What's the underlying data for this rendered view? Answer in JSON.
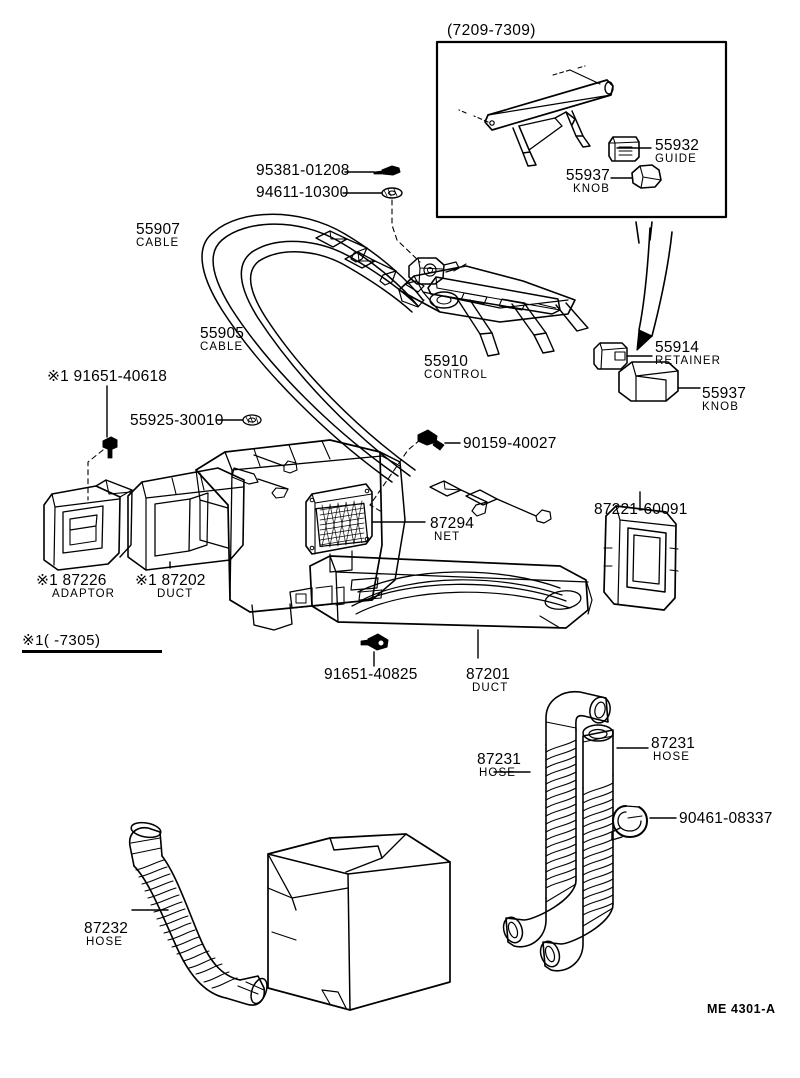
{
  "figure": {
    "code": "ME 4301-A",
    "inset_title": "(7209-7309)",
    "footnote_mark": "※1",
    "footnote_text": "(          -7305)"
  },
  "parts": [
    {
      "id": "p-95381",
      "number": "95381-01208",
      "name": ""
    },
    {
      "id": "p-94611",
      "number": "94611-10300",
      "name": ""
    },
    {
      "id": "p-55907",
      "number": "55907",
      "name": "CABLE"
    },
    {
      "id": "p-55905",
      "number": "55905",
      "name": "CABLE"
    },
    {
      "id": "p-55910",
      "number": "55910",
      "name": "CONTROL"
    },
    {
      "id": "p-55932",
      "number": "55932",
      "name": "GUIDE"
    },
    {
      "id": "p-55937a",
      "number": "55937",
      "name": "KNOB"
    },
    {
      "id": "p-55914",
      "number": "55914",
      "name": "RETAINER"
    },
    {
      "id": "p-55937b",
      "number": "55937",
      "name": "KNOB"
    },
    {
      "id": "p-91651-40618",
      "number": "※1 91651-40618",
      "name": ""
    },
    {
      "id": "p-55925",
      "number": "55925-30010",
      "name": ""
    },
    {
      "id": "p-87226",
      "number": "※1 87226",
      "name": "ADAPTOR"
    },
    {
      "id": "p-87202",
      "number": "※1 87202",
      "name": "DUCT"
    },
    {
      "id": "p-90159",
      "number": "90159-40027",
      "name": ""
    },
    {
      "id": "p-87294",
      "number": "87294",
      "name": "NET"
    },
    {
      "id": "p-87221",
      "number": "87221-60091",
      "name": ""
    },
    {
      "id": "p-91651-40825",
      "number": "91651-40825",
      "name": ""
    },
    {
      "id": "p-87201",
      "number": "87201",
      "name": "DUCT"
    },
    {
      "id": "p-87231a",
      "number": "87231",
      "name": "HOSE"
    },
    {
      "id": "p-87231b",
      "number": "87231",
      "name": "HOSE"
    },
    {
      "id": "p-90461",
      "number": "90461-08337",
      "name": ""
    },
    {
      "id": "p-87232",
      "number": "87232",
      "name": "HOSE"
    }
  ],
  "colors": {
    "ink": "#000000",
    "paper": "#ffffff"
  }
}
